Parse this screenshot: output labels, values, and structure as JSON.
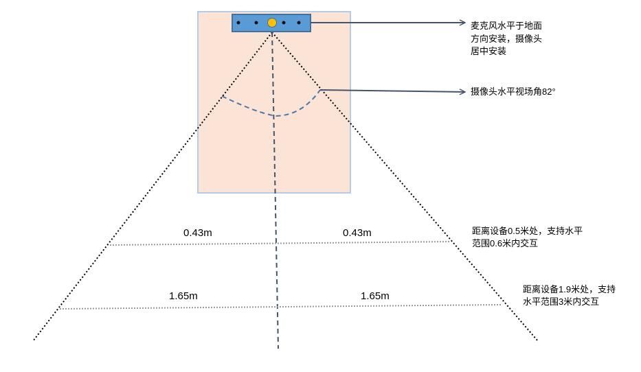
{
  "colors": {
    "zone_fill": "#fbe4d5",
    "zone_border": "#b4cce6",
    "device_fill": "#5b9bd5",
    "device_border": "#41719c",
    "camera": "#ffc000",
    "arrow": "#44546a",
    "fov_arc": "#4a76a8"
  },
  "annotations": {
    "mic_note": [
      "麦克风水平于地面",
      "方向安装，摄像头",
      "居中安装"
    ],
    "fov_note": "摄像头水平视场角82°",
    "near_note": [
      "距离设备0.5米处，支持水平",
      "范围0.6米内交互"
    ],
    "far_note": [
      "距离设备1.9米处，支持",
      "水平范围3米内交互"
    ]
  },
  "dimensions": {
    "near_left": "0.43m",
    "near_right": "0.43m",
    "far_left": "1.65m",
    "far_right": "1.65m"
  }
}
